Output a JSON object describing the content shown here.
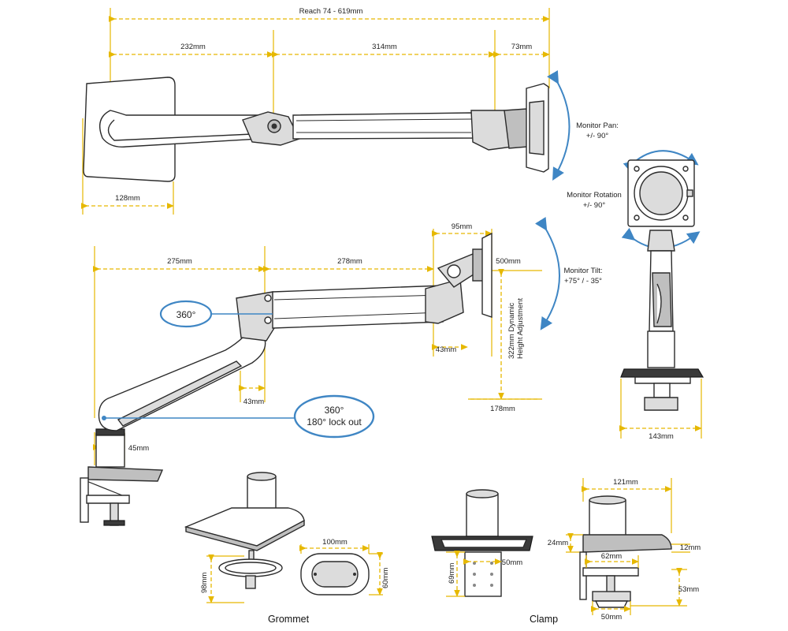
{
  "top_view": {
    "reach": "Reach 74 - 619mm",
    "dim_232": "232mm",
    "dim_314": "314mm",
    "dim_73": "73mm",
    "dim_128": "128mm"
  },
  "pan": {
    "line1": "Monitor Pan:",
    "line2": "+/- 90°"
  },
  "rotation": {
    "line1": "Monitor Rotation",
    "line2": "+/- 90°"
  },
  "tilt": {
    "line1": "Monitor Tilt:",
    "line2": "+75° / - 35°"
  },
  "side_view": {
    "dim_275": "275mm",
    "dim_278": "278mm",
    "dim_95": "95mm",
    "dim_500": "500mm",
    "dim_43a": "43mm",
    "dim_43b": "43mm",
    "dim_45": "45mm",
    "dim_178": "178mm",
    "height_line1": "322mm Dynamic",
    "height_line2": "Height Adjustment",
    "badge_360": "360°",
    "badge_lock_line1": "360°",
    "badge_lock_line2": "180° lock out"
  },
  "front_view": {
    "dim_143": "143mm"
  },
  "grommet": {
    "caption": "Grommet",
    "dim_100": "100mm",
    "dim_98": "98mm",
    "dim_60": "60mm"
  },
  "clamp": {
    "caption": "Clamp",
    "dim_69": "69mm",
    "dim_50a": "50mm",
    "dim_121": "121mm",
    "dim_24": "24mm",
    "dim_12": "12mm",
    "dim_62": "62mm",
    "dim_53": "53mm",
    "dim_50b": "50mm"
  },
  "colors": {
    "dimension": "#e6b800",
    "rotation_arrow": "#3f86c4",
    "outline": "#2b2b2b"
  }
}
